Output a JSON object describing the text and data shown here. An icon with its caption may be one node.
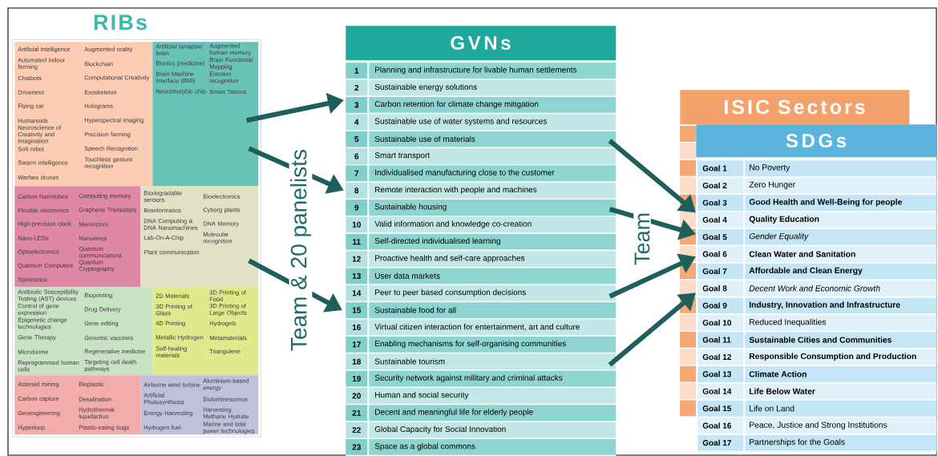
{
  "diagram": {
    "nodes": [
      {
        "text": [
          "RIBs"
        ]
      },
      {
        "text": [
          "Artificial intelligence",
          "Automated indoor farming",
          "Chatbots",
          "Driverless",
          "Flying car",
          "Humanoids",
          "Neuroscience of Creativity and Imagination",
          "Soft robot",
          "Swarm intelligence",
          "Warfare drones",
          "Augmented reality",
          "Blockchain",
          "Computational Creativity",
          "Exoskeleton",
          "Holograms",
          "Hyperspectral imaging",
          "Precision farming",
          "Speech Recognition",
          "Touchless gesture recognition"
        ],
        "in": 0
      },
      {
        "text": [
          "Artificial synapse/ brain",
          "Bionics (medicine)",
          "Brain Machine Interface (BMI)",
          "Neuromorphic chip",
          "Augmented human memory",
          "Brain Functional Mapping",
          "Emotion recognition",
          "Smart Tattoos"
        ],
        "in": 0
      },
      {
        "text": [
          "Carbon Nanotubes",
          "Flexible electronics",
          "High-precision clock",
          "Nano-LEDs",
          "Optoelectronics",
          "Quantum Computers",
          "Spintronics",
          "Computing memory",
          "Graphene Transistors",
          "Memristors",
          "Nanowires",
          "Quantum communications",
          "Quantum Cryptography"
        ],
        "in": 0
      },
      {
        "text": [
          "Biodegradable sensors",
          "Bioinformatics",
          "DNA Computing & DNA Nanomachines",
          "Lab-On-A-Chip",
          "Plant communication",
          "Bioelectronics",
          "Cyborg plants",
          "DNA Memory",
          "Molecular recognition"
        ],
        "in": 0
      },
      {
        "text": [
          "Antibiotic Susceptibility Testing (AST) devices",
          "Control of gene expression",
          "Epigenetic change technologies",
          "Gene Therapy",
          "Microbiome",
          "Reprogrammed human cells",
          "Bioprinting",
          "Drug Delivery",
          "Gene editing",
          "Genomic vaccines",
          "Regenerative medicine",
          "Targeting cell death pathways"
        ],
        "in": 0
      },
      {
        "text": [
          "2D Materials",
          "3D Printing of Glass",
          "4D Printing",
          "Metallic Hydrogen",
          "Self-healing materials",
          "3D Printing of Food",
          "3D Printing of Large Objects",
          "Hydrogels",
          "Metamaterials",
          "Triangulene"
        ],
        "in": 0
      },
      {
        "text": [
          "Asteroid mining",
          "Carbon capture",
          "Geoengineering",
          "Hyperloop",
          "Bioplastic",
          "Desalination",
          "Hydrothermal liquefaction",
          "Plastic-eating bugs"
        ],
        "in": 0
      },
      {
        "text": [
          "Airborne wind turbine",
          "Artificial Photosynthesis",
          "Energy Harvesting",
          "Hydrogen fuel",
          "Aluminium-based energy",
          "Bioluminescence",
          "Harvesting Methane Hydrate",
          "Marine and tidal power technologies"
        ],
        "in": 0
      },
      {
        "text": [
          "GVNs"
        ]
      },
      {
        "text": [
          "1",
          "Planning and infrastructure for livable human settlements"
        ],
        "in": 9
      },
      {
        "text": [
          "2",
          "Sustainable energy solutions"
        ],
        "in": 9
      },
      {
        "text": [
          "3",
          "Carbon retention for climate change mitigation"
        ],
        "in": 9
      },
      {
        "text": [
          "4",
          "Sustainable use of water systems and resources"
        ],
        "in": 9
      },
      {
        "text": [
          "5",
          "Sustainable use of materials"
        ],
        "in": 9
      },
      {
        "text": [
          "6",
          "Smart transport"
        ],
        "in": 9
      },
      {
        "text": [
          "7",
          "Individualised manufacturing close to the customer"
        ],
        "in": 9
      },
      {
        "text": [
          "8",
          "Remote interaction with people and machines"
        ],
        "in": 9
      },
      {
        "text": [
          "9",
          "Sustainable housing"
        ],
        "in": 9
      },
      {
        "text": [
          "10",
          "Valid information and knowledge co-creation"
        ],
        "in": 9
      },
      {
        "text": [
          "11",
          "Self-directed individualised learning"
        ],
        "in": 9
      },
      {
        "text": [
          "12",
          "Proactive health and self-care approaches"
        ],
        "in": 9
      },
      {
        "text": [
          "13",
          "User data markets"
        ],
        "in": 9
      },
      {
        "text": [
          "14",
          "Peer to peer based consumption decisions"
        ],
        "in": 9
      },
      {
        "text": [
          "15",
          "Sustainable food for all"
        ],
        "in": 9
      },
      {
        "text": [
          "16",
          "Virtual citizen interaction for entertainment, art and culture"
        ],
        "in": 9
      },
      {
        "text": [
          "17",
          "Enabling mechanisms for self-organising communities"
        ],
        "in": 9
      },
      {
        "text": [
          "18",
          "Sustainable tourism"
        ],
        "in": 9
      },
      {
        "text": [
          "19",
          "Security network against military and criminal attacks"
        ],
        "in": 9
      },
      {
        "text": [
          "20",
          "Human and social security"
        ],
        "in": 9
      },
      {
        "text": [
          "21",
          "Decent and meaningful life for elderly people"
        ],
        "in": 9
      },
      {
        "text": [
          "22",
          "Global Capacity for Social Innovation"
        ],
        "in": 9
      },
      {
        "text": [
          "23",
          "Space as a global commons"
        ],
        "in": 9
      },
      {
        "text": [
          "ISIC Sectors"
        ]
      },
      {
        "text": [
          "SDGs"
        ]
      },
      {
        "text": [
          "Goal 1",
          "No Poverty"
        ],
        "in": 34
      },
      {
        "text": [
          "Goal 2",
          "Zero Hunger"
        ],
        "in": 34
      },
      {
        "text": [
          "Goal 3",
          "Good Health and Well-Being for people"
        ],
        "in": 34
      },
      {
        "text": [
          "Goal 4",
          "Quality Education"
        ],
        "in": 34
      },
      {
        "text": [
          "Goal 5",
          "Gender Equality"
        ],
        "in": 34
      },
      {
        "text": [
          "Goal 6",
          "Clean Water and Sanitation"
        ],
        "in": 34
      },
      {
        "text": [
          "Goal 7",
          "Affordable and Clean Energy"
        ],
        "in": 34
      },
      {
        "text": [
          "Goal 8",
          "Decent Work and Economic Growth"
        ],
        "in": 34
      },
      {
        "text": [
          "Goal 9",
          "Industry, Innovation and Infrastructure"
        ],
        "in": 34
      },
      {
        "text": [
          "Goal 10",
          "Reduced Inequalities"
        ],
        "in": 34
      },
      {
        "text": [
          "Goal 11",
          "Sustainable Cities and Communities"
        ],
        "in": 34
      },
      {
        "text": [
          "Goal 12",
          "Responsible Consumption and Production"
        ],
        "in": 34
      },
      {
        "text": [
          "Goal 13",
          "Climate Action"
        ],
        "in": 34
      },
      {
        "text": [
          "Goal 14",
          "Life Below Water"
        ],
        "in": 34
      },
      {
        "text": [
          "Goal 15",
          "Life on Land"
        ],
        "in": 34
      },
      {
        "text": [
          "Goal 16",
          "Peace, Justice and Strong Institutions"
        ],
        "in": 34
      },
      {
        "text": [
          "Goal 17",
          "Partnerships for the Goals"
        ],
        "in": 34
      }
    ],
    "edges": [
      {
        "from": 2,
        "to": 12,
        "arrow": "to"
      },
      {
        "from": 2,
        "to": 17,
        "arrow": "to"
      },
      {
        "from": 4,
        "to": 24,
        "arrow": "to"
      },
      {
        "from": 14,
        "to": 34,
        "arrow": "to"
      },
      {
        "from": 18,
        "to": 34,
        "arrow": "to"
      },
      {
        "from": 23,
        "to": 34,
        "arrow": "to"
      },
      {
        "from": 27,
        "to": 34,
        "arrow": "to"
      }
    ],
    "labels": [
      "Team & 20 panelists",
      "Team"
    ]
  }
}
